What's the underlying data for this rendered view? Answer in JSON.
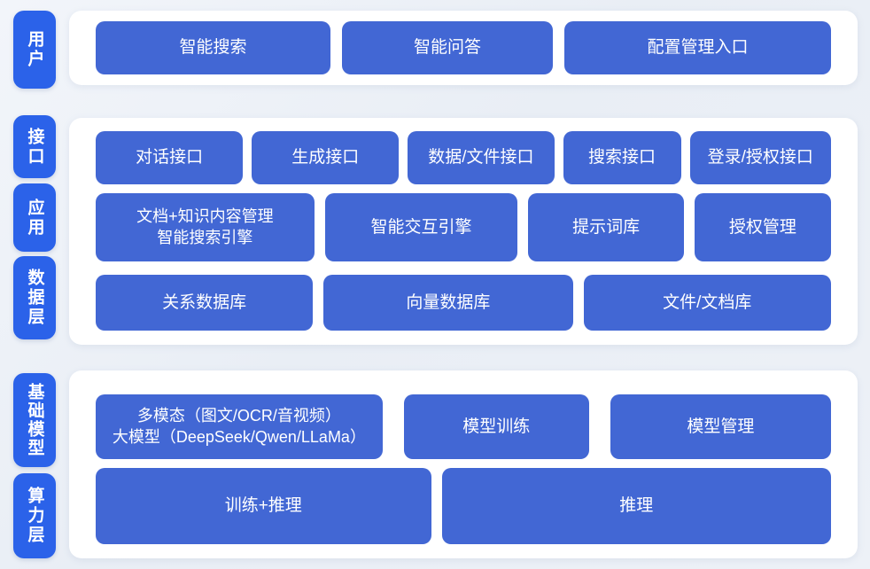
{
  "colors": {
    "tab": "#2b62e9",
    "node": "#4267d4",
    "panel": "#ffffff",
    "node_text": "#ffffff",
    "background": "#edf1f7"
  },
  "layers": {
    "user": {
      "label": "用户",
      "nodes": {
        "smart_search": "智能搜索",
        "smart_qa": "智能问答",
        "config_entry": "配置管理入口"
      }
    },
    "middle": {
      "tabs": {
        "interface": "接口",
        "application": "应用",
        "data_layer": "数据层"
      },
      "row_api": {
        "dialog": "对话接口",
        "generation": "生成接口",
        "data_file": "数据/文件接口",
        "search": "搜索接口",
        "login_auth": "登录/授权接口"
      },
      "row_app": {
        "doc_knowledge_line1": "文档+知识内容管理",
        "doc_knowledge_line2": "智能搜索引擎",
        "interaction_engine": "智能交互引擎",
        "prompt_library": "提示词库",
        "auth_management": "授权管理"
      },
      "row_data": {
        "relational_db": "关系数据库",
        "vector_db": "向量数据库",
        "file_doc_db": "文件/文档库"
      }
    },
    "bottom": {
      "tabs": {
        "foundation_model": "基础模型",
        "compute_layer": "算力层"
      },
      "row_model": {
        "multimodal_line1": "多模态（图文/OCR/音视频）",
        "multimodal_line2": "大模型（DeepSeek/Qwen/LLaMa）",
        "model_training": "模型训练",
        "model_management": "模型管理"
      },
      "row_compute": {
        "training_inference": "训练+推理",
        "inference": "推理"
      }
    }
  }
}
